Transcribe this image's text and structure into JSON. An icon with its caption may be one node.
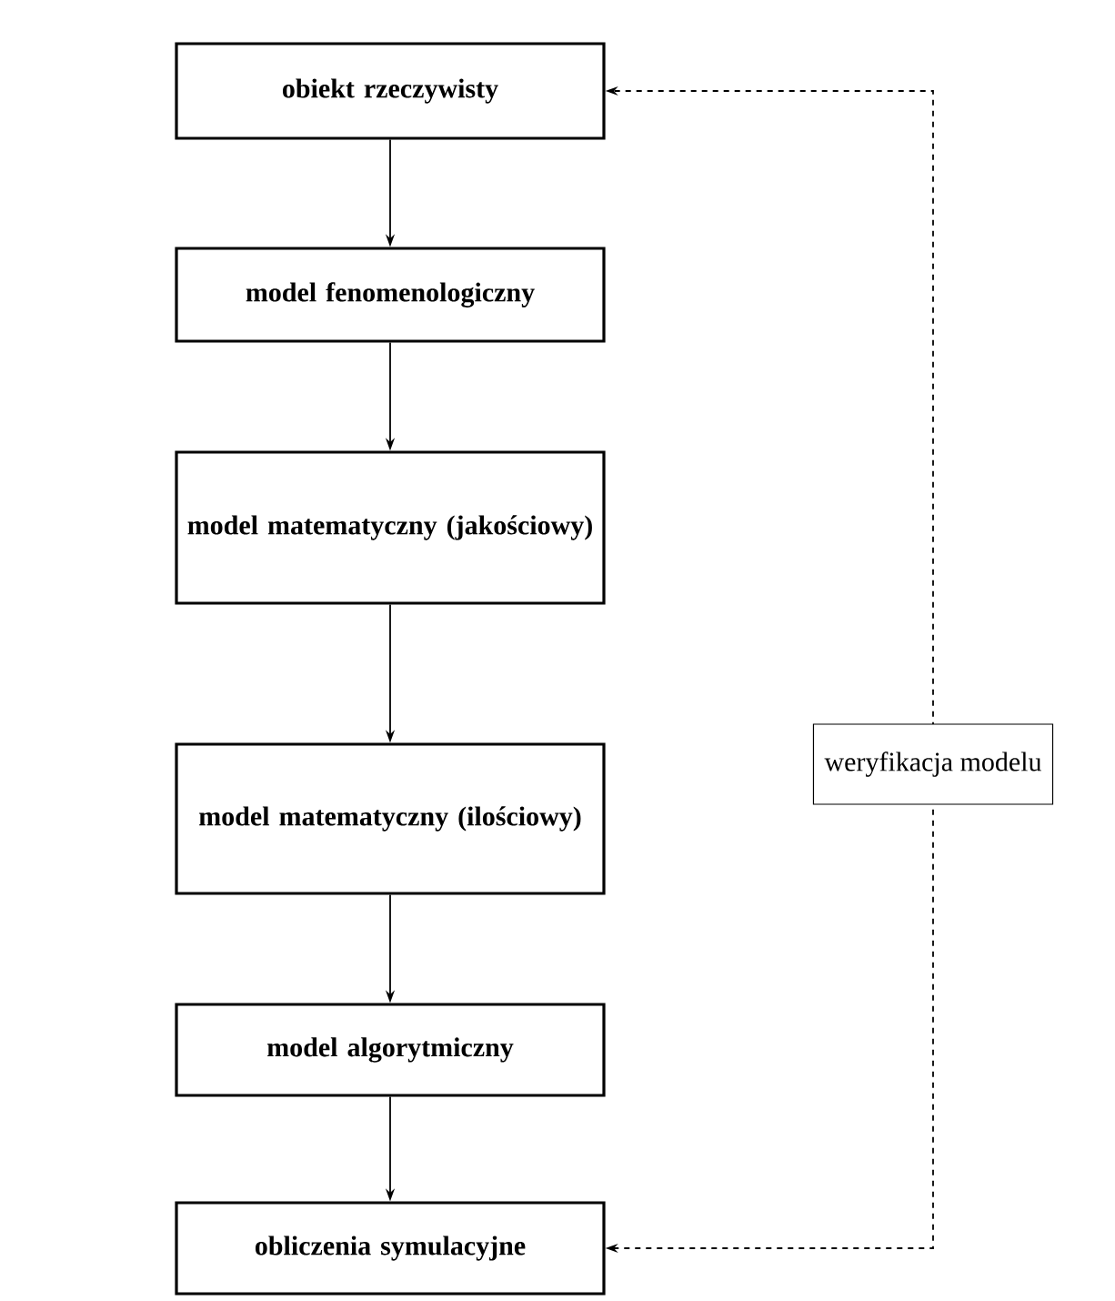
{
  "diagram": {
    "nodes": [
      {
        "text": [
          "obiekt rzeczywisty"
        ]
      },
      {
        "text": [
          "model fenomenologiczny"
        ]
      },
      {
        "text": [
          "model matematyczny (jakościowy)"
        ]
      },
      {
        "text": [
          "model matematyczny (ilościowy)"
        ]
      },
      {
        "text": [
          "model algorytmiczny"
        ]
      },
      {
        "text": [
          "obliczenia symulacyjne"
        ]
      }
    ],
    "edges": [
      {
        "from": 0,
        "to": 1,
        "arrow": "to"
      },
      {
        "from": 1,
        "to": 2,
        "arrow": "to"
      },
      {
        "from": 2,
        "to": 3,
        "arrow": "to"
      },
      {
        "from": 3,
        "to": 4,
        "arrow": "to"
      },
      {
        "from": 4,
        "to": 5,
        "arrow": "to"
      },
      {
        "from": 5,
        "to": 0,
        "arrow": "both",
        "style": "dashed",
        "label": "weryfikacja modelu"
      }
    ]
  }
}
